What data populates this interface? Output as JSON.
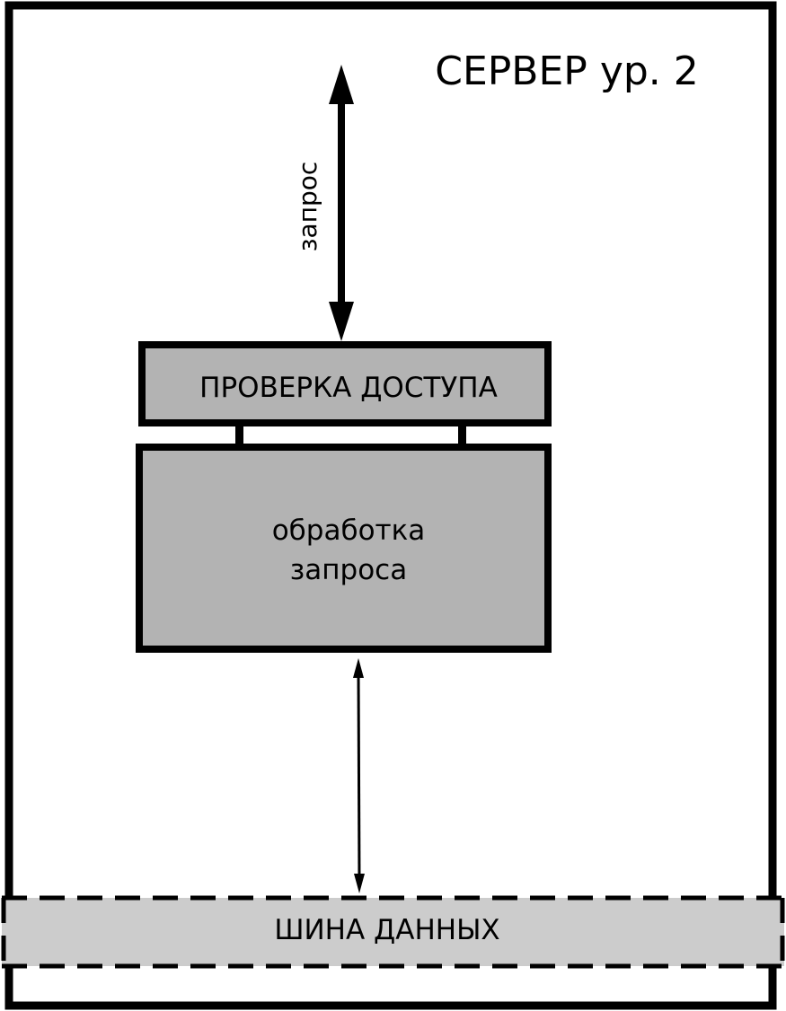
{
  "server": {
    "title": "СЕРВЕР ур. 2"
  },
  "request_arrow": {
    "label": "запрос"
  },
  "access_check": {
    "label": "ПРОВЕРКА ДОСТУПА"
  },
  "processing": {
    "line1": "обработка",
    "line2": "запроса"
  },
  "data_bus": {
    "label": "ШИНА ДАННЫХ"
  },
  "colors": {
    "stroke": "#000000",
    "box_fill": "#b3b3b3",
    "bus_fill": "#cccccc",
    "background": "#ffffff"
  }
}
